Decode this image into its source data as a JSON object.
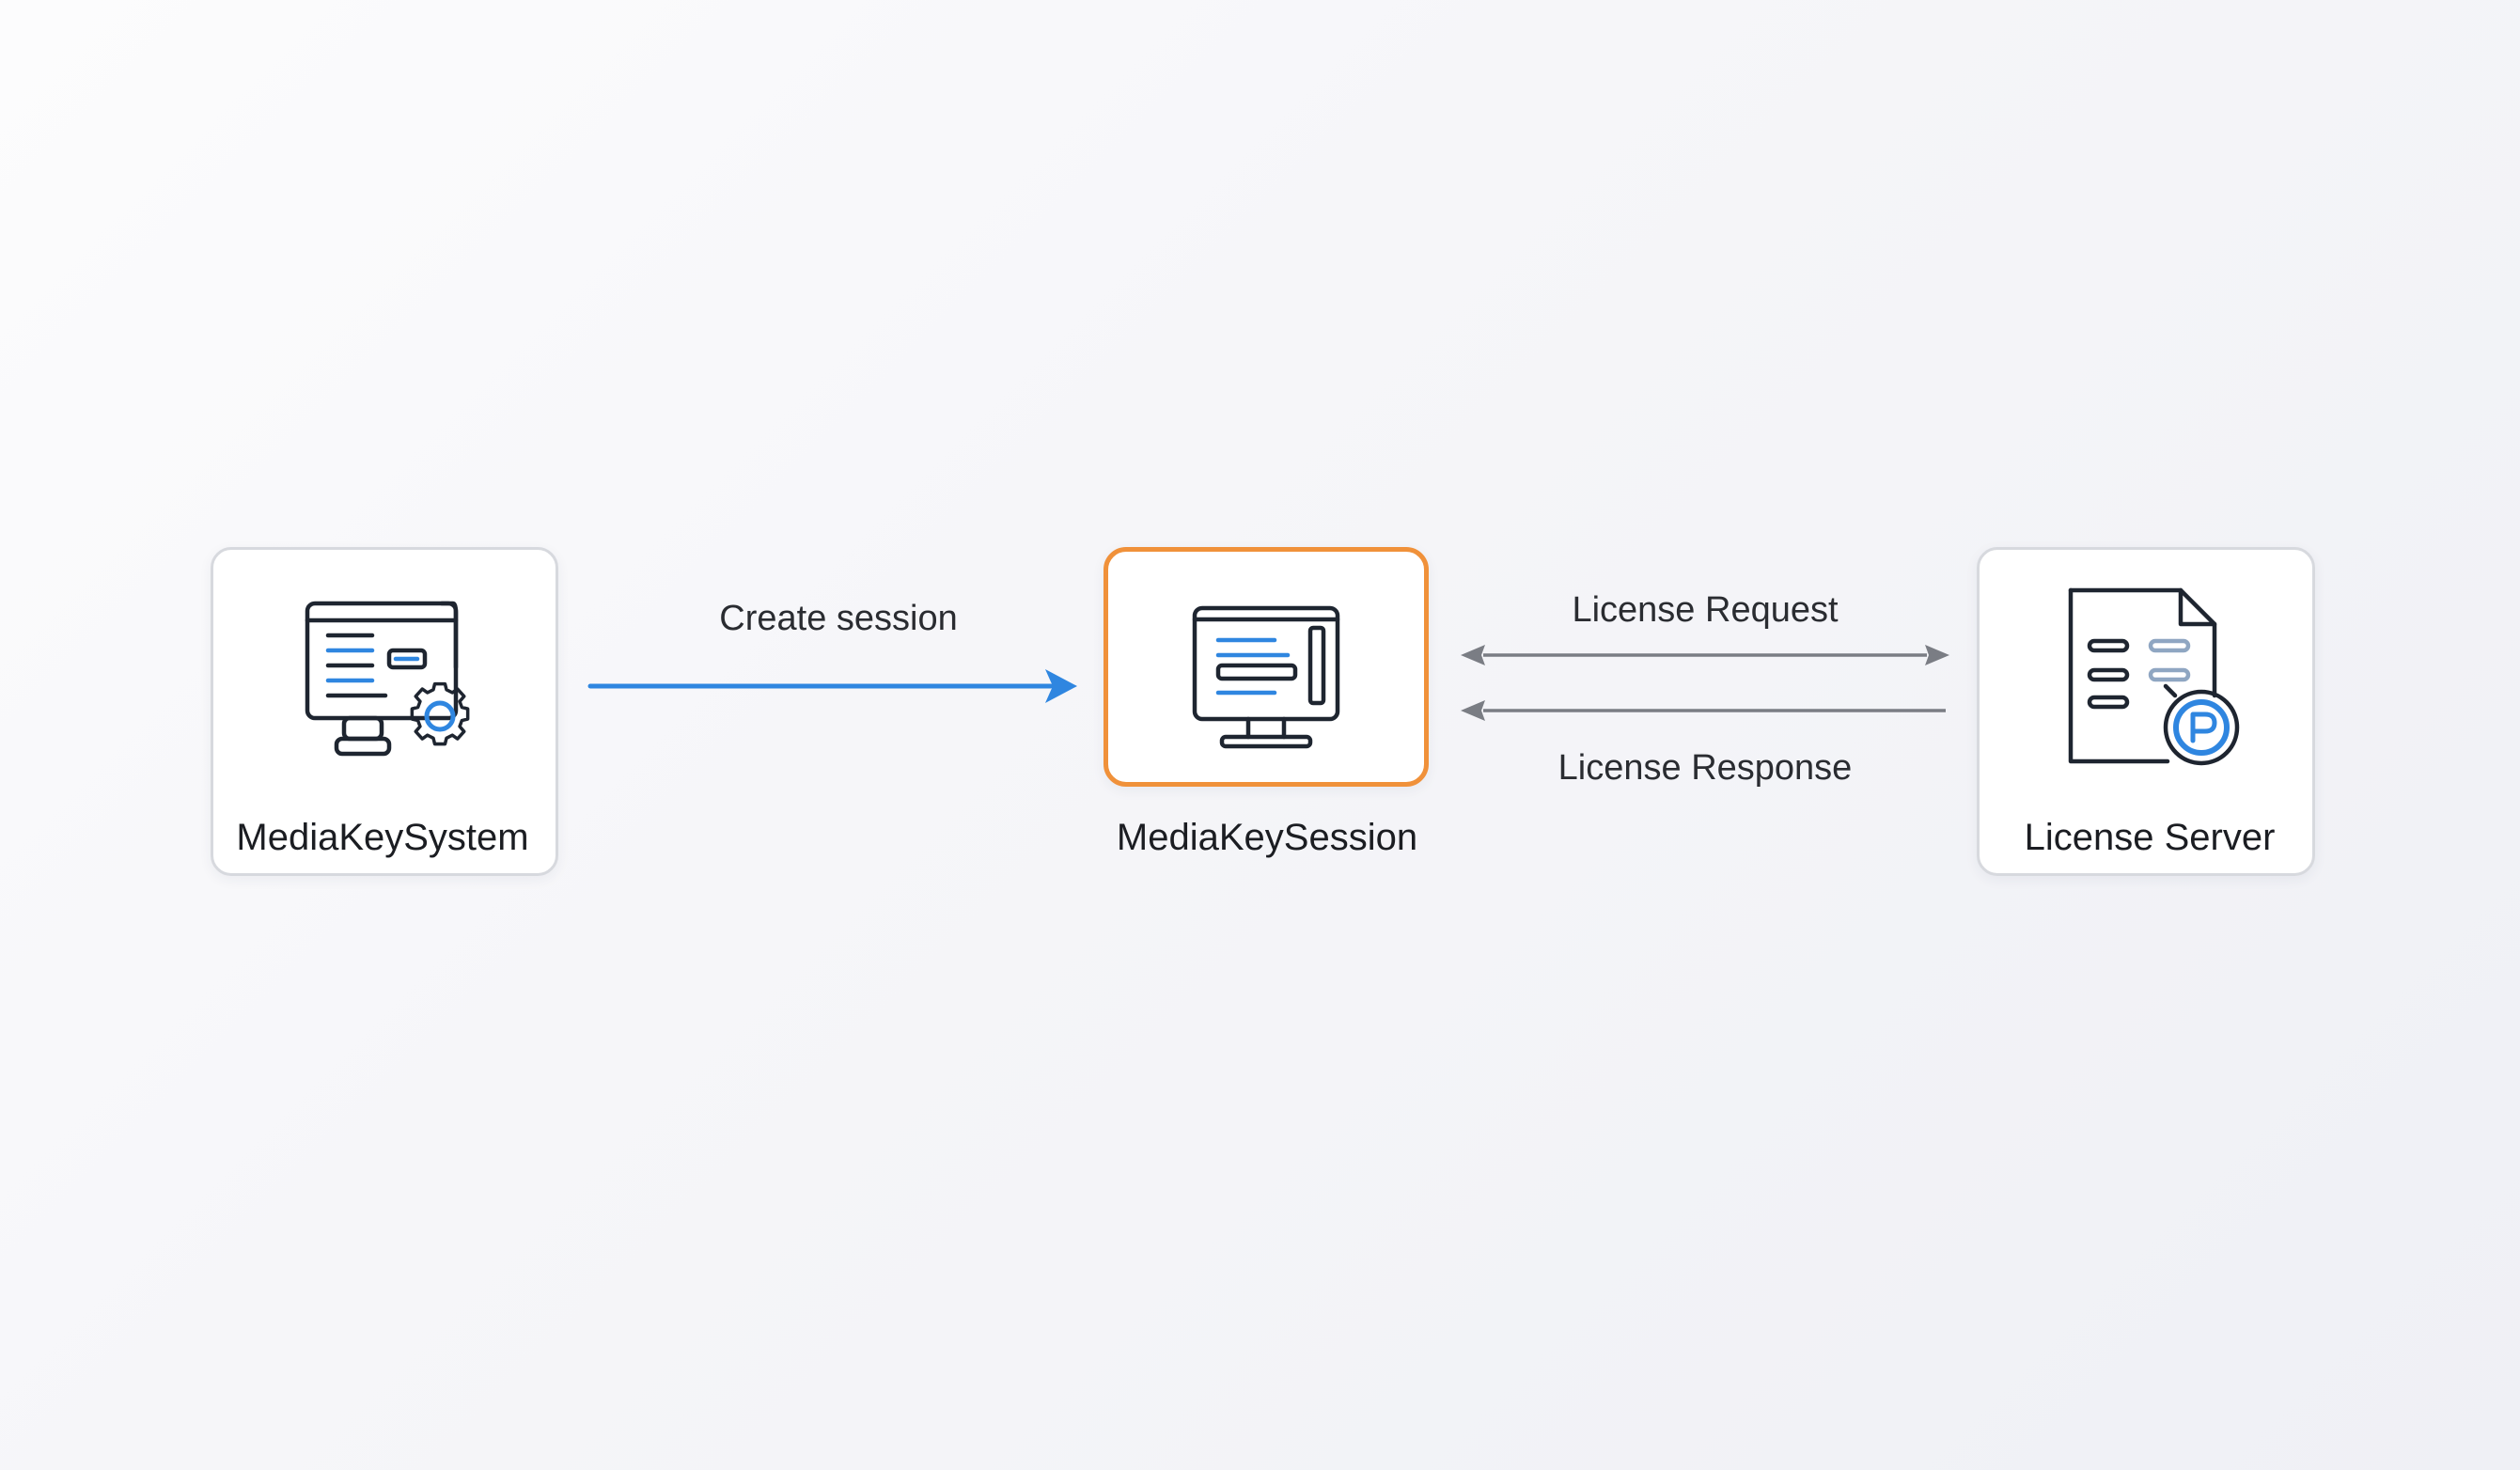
{
  "nodes": {
    "system": {
      "label": "MediaKeySystem",
      "icon": "computer-gear-icon"
    },
    "session": {
      "label": "MediaKeySession",
      "icon": "monitor-icon"
    },
    "server": {
      "label": "License Server",
      "icon": "document-badge-icon"
    }
  },
  "edges": {
    "create": {
      "label": "Create session"
    },
    "request": {
      "label": "License Request"
    },
    "response": {
      "label": "License Response"
    }
  },
  "colors": {
    "accent_blue": "#2f86e0",
    "highlight_orange": "#f0913a",
    "arrow_gray": "#7a7d84",
    "icon_stroke": "#1e2530"
  }
}
